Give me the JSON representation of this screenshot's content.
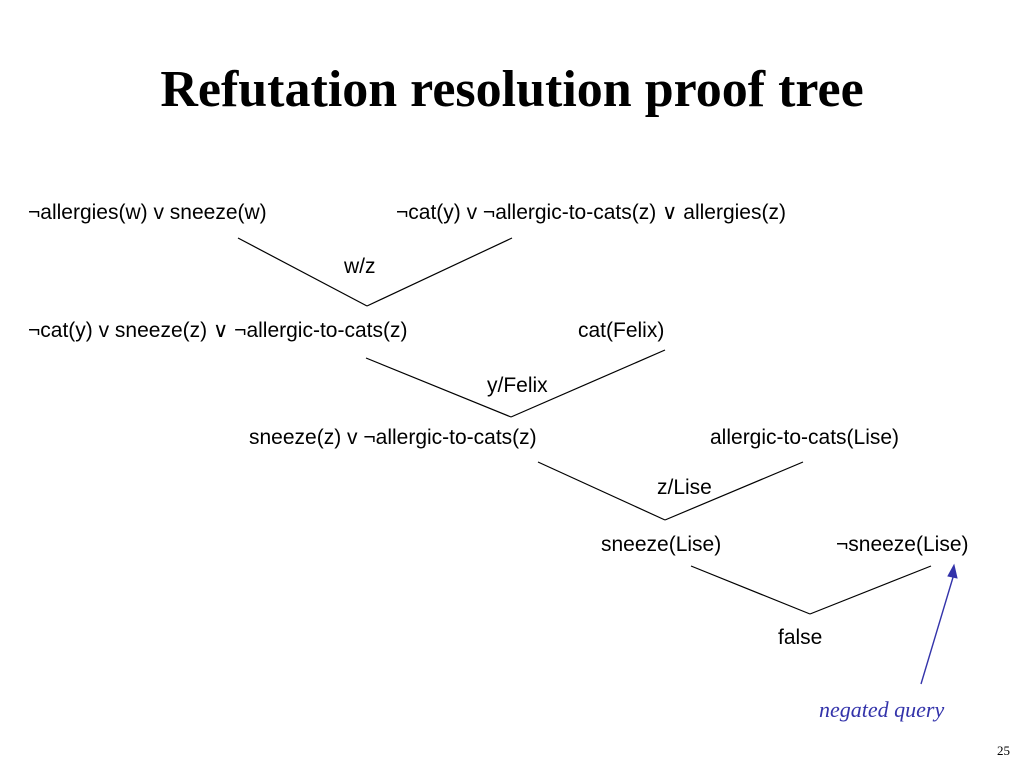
{
  "slide": {
    "title": "Refutation resolution proof tree",
    "page_number": "25"
  },
  "tree": {
    "clauses": {
      "c1": "¬allergies(w) v sneeze(w)",
      "c2": "¬cat(y) v ¬allergic-to-cats(z) ∨ allergies(z)",
      "c3": "¬cat(y) v sneeze(z) ∨ ¬allergic-to-cats(z)",
      "c4": "cat(Felix)",
      "c5": "sneeze(z) v ¬allergic-to-cats(z)",
      "c6": "allergic-to-cats(Lise)",
      "c7": "sneeze(Lise)",
      "c8": "¬sneeze(Lise)",
      "c9": "false"
    },
    "substitutions": {
      "s1": "w/z",
      "s2": "y/Felix",
      "s3": "z/Lise"
    },
    "annotation": {
      "label": "negated query",
      "color": "#3333aa"
    },
    "edges": [
      {
        "from": "c1",
        "to": "c3"
      },
      {
        "from": "c2",
        "to": "c3"
      },
      {
        "from": "c3",
        "to": "c5"
      },
      {
        "from": "c4",
        "to": "c5"
      },
      {
        "from": "c5",
        "to": "c7"
      },
      {
        "from": "c6",
        "to": "c7"
      },
      {
        "from": "c7",
        "to": "c9"
      },
      {
        "from": "c8",
        "to": "c9"
      }
    ]
  }
}
